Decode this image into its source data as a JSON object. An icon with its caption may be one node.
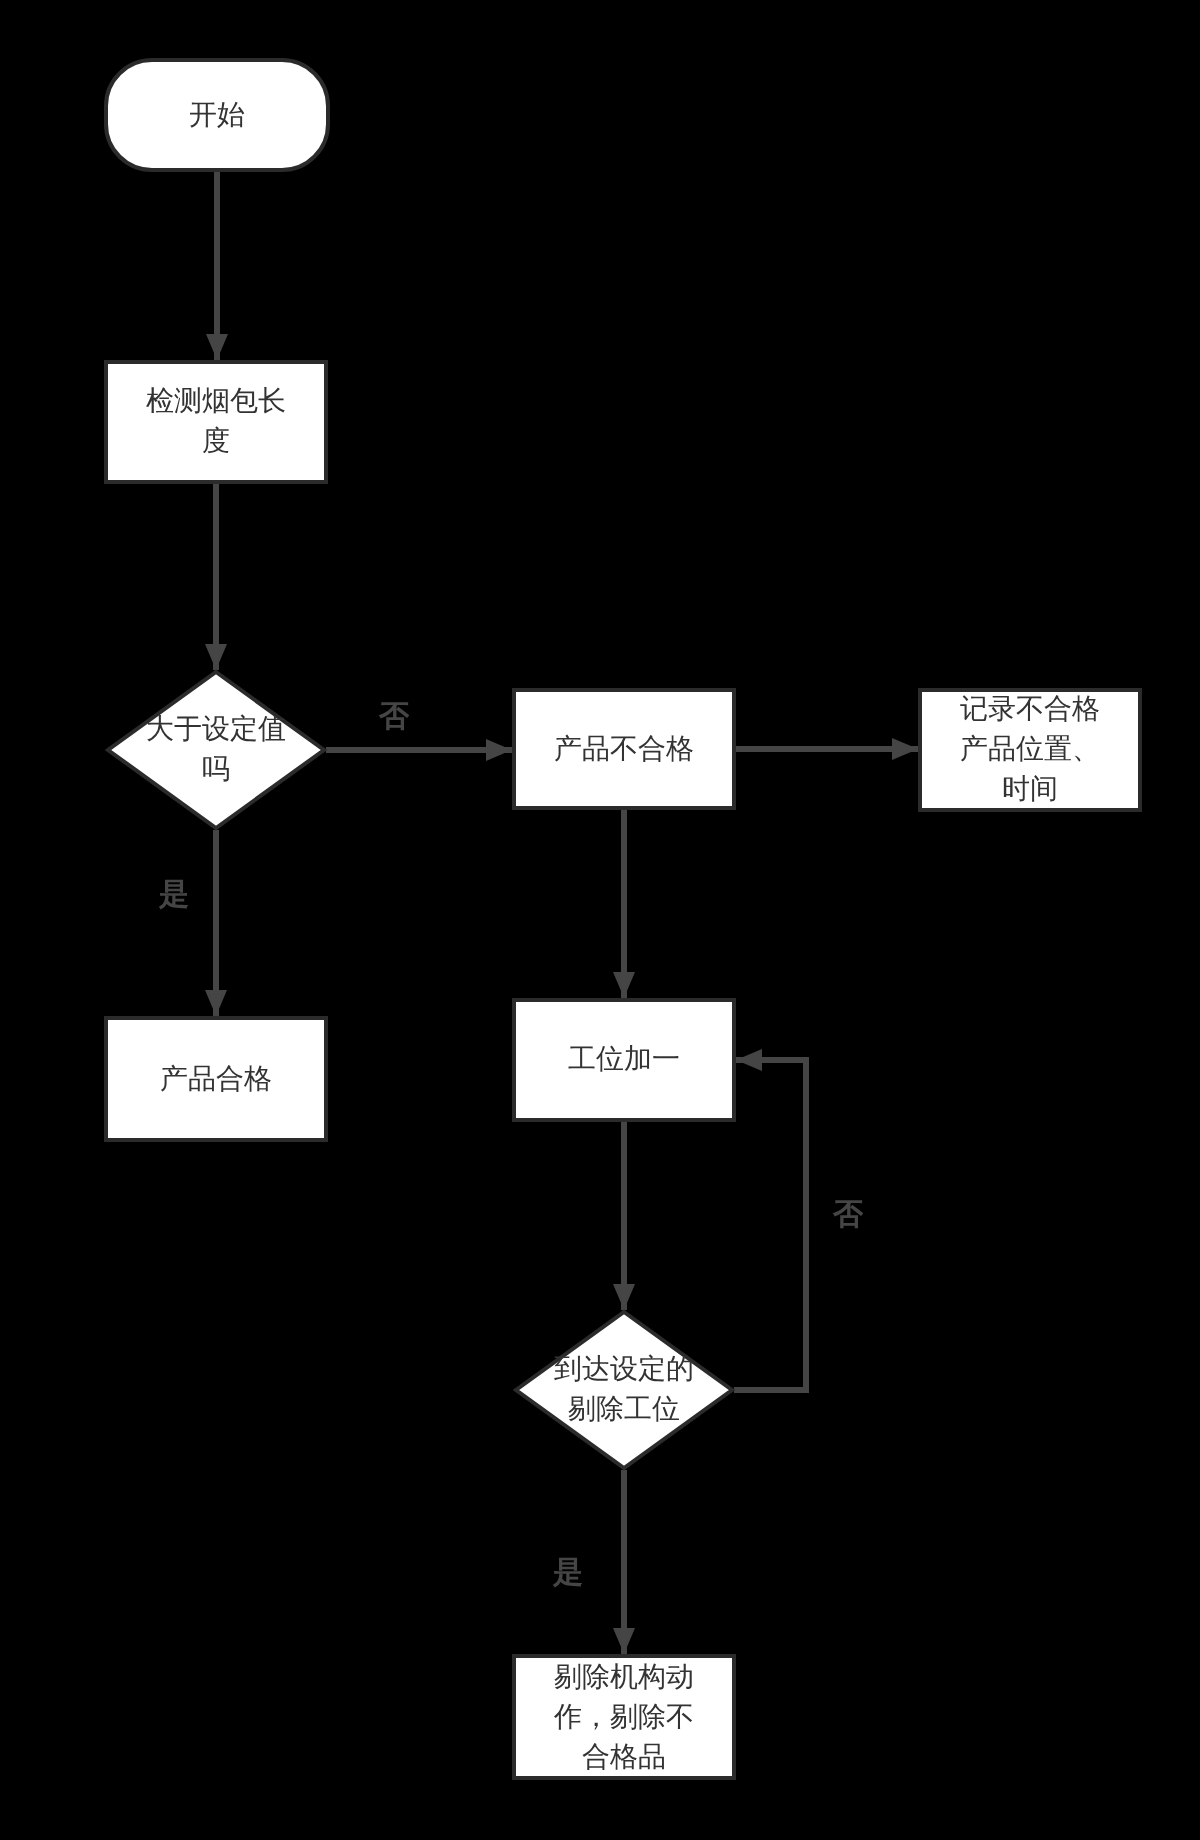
{
  "diagram": {
    "nodes": [
      {
        "text": [
          "开始"
        ]
      },
      {
        "text": [
          "检测烟包长度"
        ]
      },
      {
        "text": [
          "大于设定值吗"
        ]
      },
      {
        "text": [
          "产品不合格"
        ]
      },
      {
        "text": [
          "记录不合格产品位置、时间"
        ]
      },
      {
        "text": [
          "产品合格"
        ]
      },
      {
        "text": [
          "工位加一"
        ]
      },
      {
        "text": [
          "到达设定的剔除工位"
        ]
      },
      {
        "text": [
          "剔除机构动作，剔除不合格品"
        ]
      }
    ],
    "edges": [
      {
        "from": 0,
        "to": 1,
        "arrow": "to"
      },
      {
        "from": 1,
        "to": 2,
        "arrow": "to"
      },
      {
        "from": 2,
        "to": 3,
        "arrow": "to",
        "label": "否"
      },
      {
        "from": 3,
        "to": 4,
        "arrow": "to"
      },
      {
        "from": 2,
        "to": 5,
        "arrow": "to",
        "label": "是"
      },
      {
        "from": 3,
        "to": 6,
        "arrow": "to"
      },
      {
        "from": 6,
        "to": 7,
        "arrow": "to"
      },
      {
        "from": 7,
        "to": 6,
        "arrow": "to",
        "label": "否"
      },
      {
        "from": 7,
        "to": 8,
        "arrow": "to",
        "label": "是"
      }
    ]
  }
}
